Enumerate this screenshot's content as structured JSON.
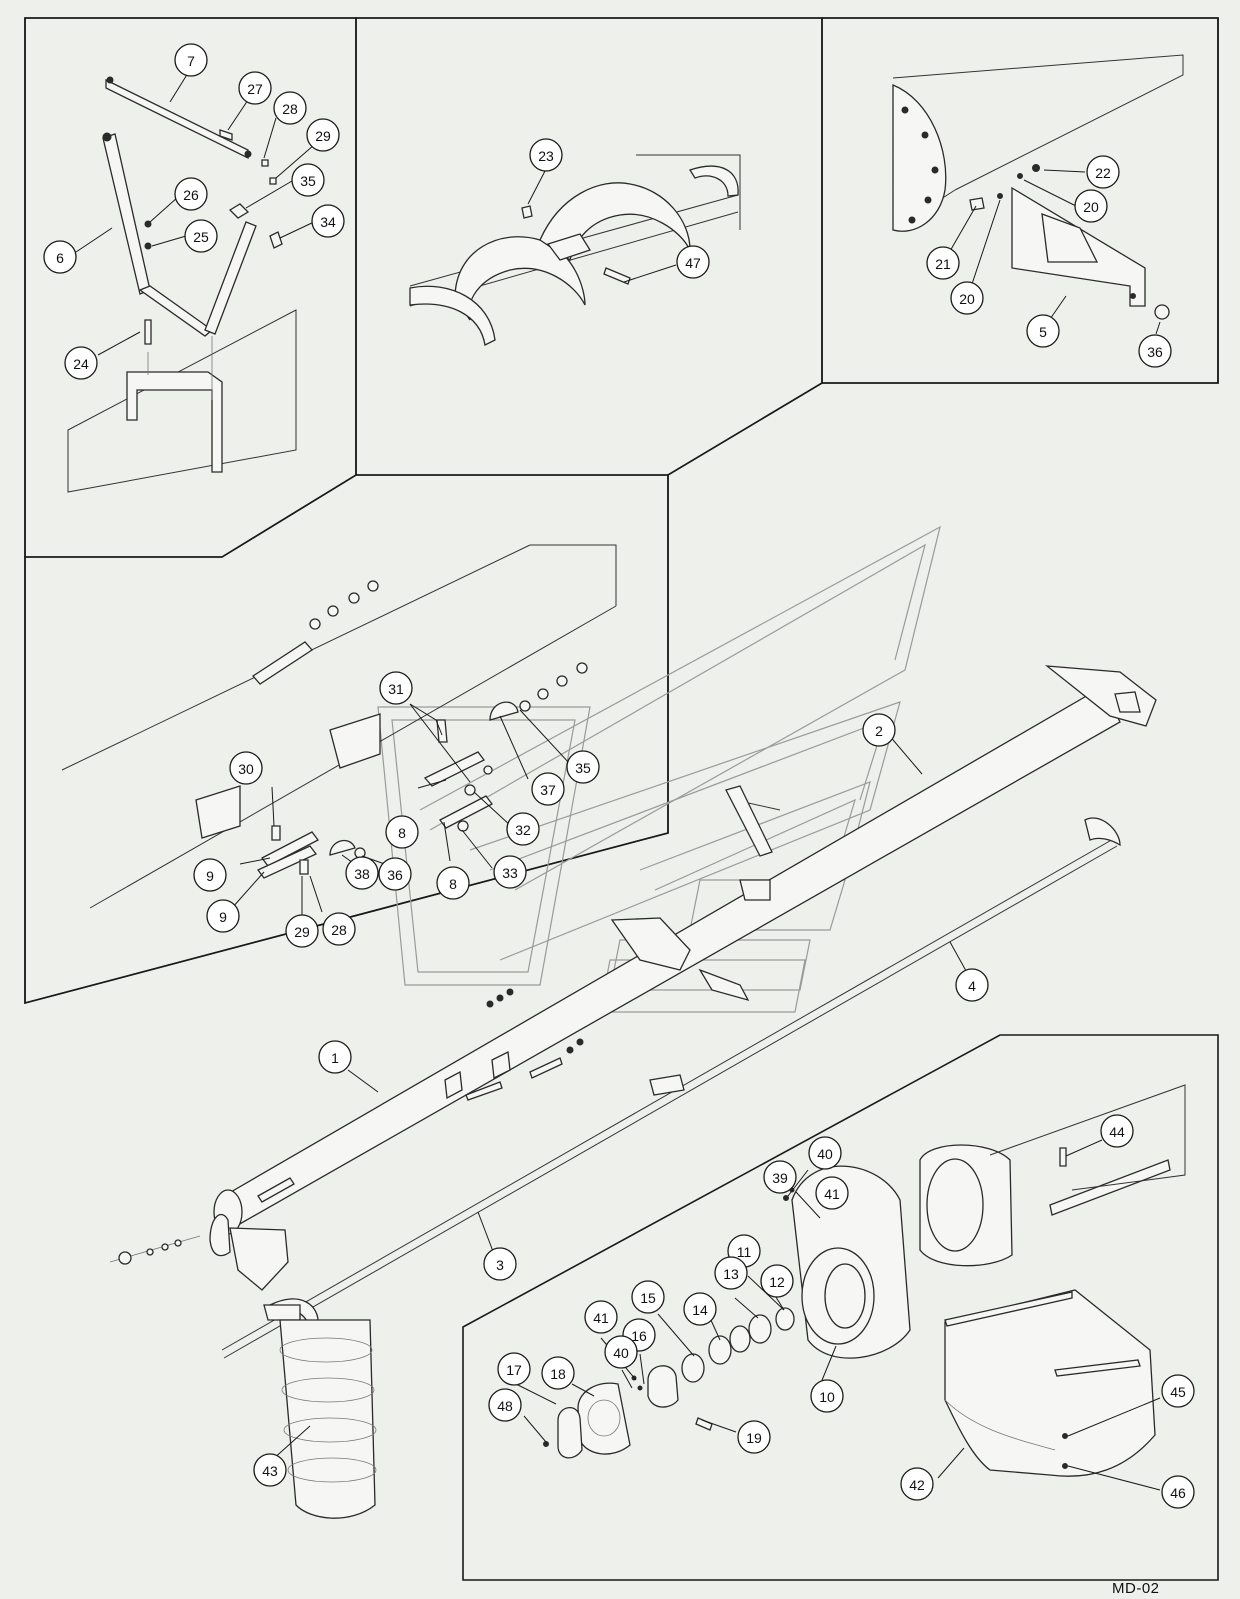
{
  "drawing_code": "MD-02",
  "callouts": [
    {
      "id": "c-7",
      "label": "7"
    },
    {
      "id": "c-27",
      "label": "27"
    },
    {
      "id": "c-28a",
      "label": "28"
    },
    {
      "id": "c-29a",
      "label": "29"
    },
    {
      "id": "c-26",
      "label": "26"
    },
    {
      "id": "c-35a",
      "label": "35"
    },
    {
      "id": "c-25",
      "label": "25"
    },
    {
      "id": "c-34",
      "label": "34"
    },
    {
      "id": "c-6",
      "label": "6"
    },
    {
      "id": "c-24",
      "label": "24"
    },
    {
      "id": "c-23",
      "label": "23"
    },
    {
      "id": "c-47",
      "label": "47"
    },
    {
      "id": "c-22",
      "label": "22"
    },
    {
      "id": "c-20a",
      "label": "20"
    },
    {
      "id": "c-21",
      "label": "21"
    },
    {
      "id": "c-20b",
      "label": "20"
    },
    {
      "id": "c-5",
      "label": "5"
    },
    {
      "id": "c-36a",
      "label": "36"
    },
    {
      "id": "c-31",
      "label": "31"
    },
    {
      "id": "c-30",
      "label": "30"
    },
    {
      "id": "c-37",
      "label": "37"
    },
    {
      "id": "c-35b",
      "label": "35"
    },
    {
      "id": "c-8a",
      "label": "8"
    },
    {
      "id": "c-32",
      "label": "32"
    },
    {
      "id": "c-9a",
      "label": "9"
    },
    {
      "id": "c-33",
      "label": "33"
    },
    {
      "id": "c-38",
      "label": "38"
    },
    {
      "id": "c-36b",
      "label": "36"
    },
    {
      "id": "c-8b",
      "label": "8"
    },
    {
      "id": "c-9b",
      "label": "9"
    },
    {
      "id": "c-29b",
      "label": "29"
    },
    {
      "id": "c-28b",
      "label": "28"
    },
    {
      "id": "c-2",
      "label": "2"
    },
    {
      "id": "c-4",
      "label": "4"
    },
    {
      "id": "c-1",
      "label": "1"
    },
    {
      "id": "c-3",
      "label": "3"
    },
    {
      "id": "c-43",
      "label": "43"
    },
    {
      "id": "c-44",
      "label": "44"
    },
    {
      "id": "c-40a",
      "label": "40"
    },
    {
      "id": "c-39",
      "label": "39"
    },
    {
      "id": "c-41a",
      "label": "41"
    },
    {
      "id": "c-11",
      "label": "11"
    },
    {
      "id": "c-13",
      "label": "13"
    },
    {
      "id": "c-12",
      "label": "12"
    },
    {
      "id": "c-15",
      "label": "15"
    },
    {
      "id": "c-14",
      "label": "14"
    },
    {
      "id": "c-41b",
      "label": "41"
    },
    {
      "id": "c-16",
      "label": "16"
    },
    {
      "id": "c-40b",
      "label": "40"
    },
    {
      "id": "c-17",
      "label": "17"
    },
    {
      "id": "c-18",
      "label": "18"
    },
    {
      "id": "c-48",
      "label": "48"
    },
    {
      "id": "c-10",
      "label": "10"
    },
    {
      "id": "c-19",
      "label": "19"
    },
    {
      "id": "c-45",
      "label": "45"
    },
    {
      "id": "c-42",
      "label": "42"
    },
    {
      "id": "c-46",
      "label": "46"
    }
  ]
}
